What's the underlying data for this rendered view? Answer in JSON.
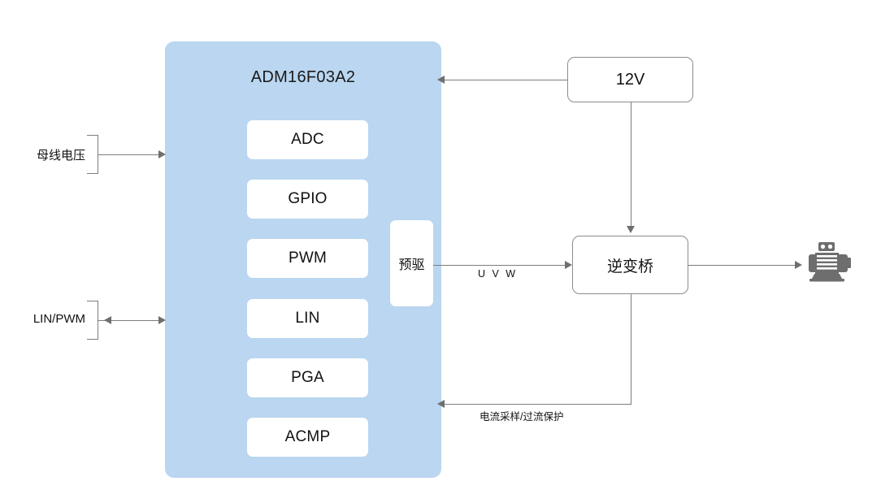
{
  "diagram": {
    "title": "ADM16F03A2 motor control block diagram",
    "colors": {
      "mcu_panel": "#bad6f0",
      "block_fill": "#ffffff",
      "line": "#7d7d7d",
      "motor_icon": "#6e6e6e",
      "text": "#111111"
    }
  },
  "mcu": {
    "title": "ADM16F03A2",
    "blocks": [
      {
        "label": "ADC"
      },
      {
        "label": "GPIO"
      },
      {
        "label": "PWM"
      },
      {
        "label": "LIN"
      },
      {
        "label": "PGA"
      },
      {
        "label": "ACMP"
      }
    ],
    "predriver": {
      "label": "预驱"
    }
  },
  "external_boxes": [
    {
      "id": "supply",
      "label": "12V"
    },
    {
      "id": "inverter",
      "label": "逆变桥"
    }
  ],
  "inputs": [
    {
      "id": "bus-voltage",
      "label": "母线电压",
      "direction": "in"
    },
    {
      "id": "lin-pwm",
      "label": "LIN/PWM",
      "direction": "bidirectional"
    }
  ],
  "edge_labels": [
    {
      "id": "uvw",
      "label": "U V W"
    },
    {
      "id": "feedback",
      "label": "电流采样/过流保护"
    }
  ],
  "output": {
    "id": "motor",
    "label": "motor-icon"
  }
}
